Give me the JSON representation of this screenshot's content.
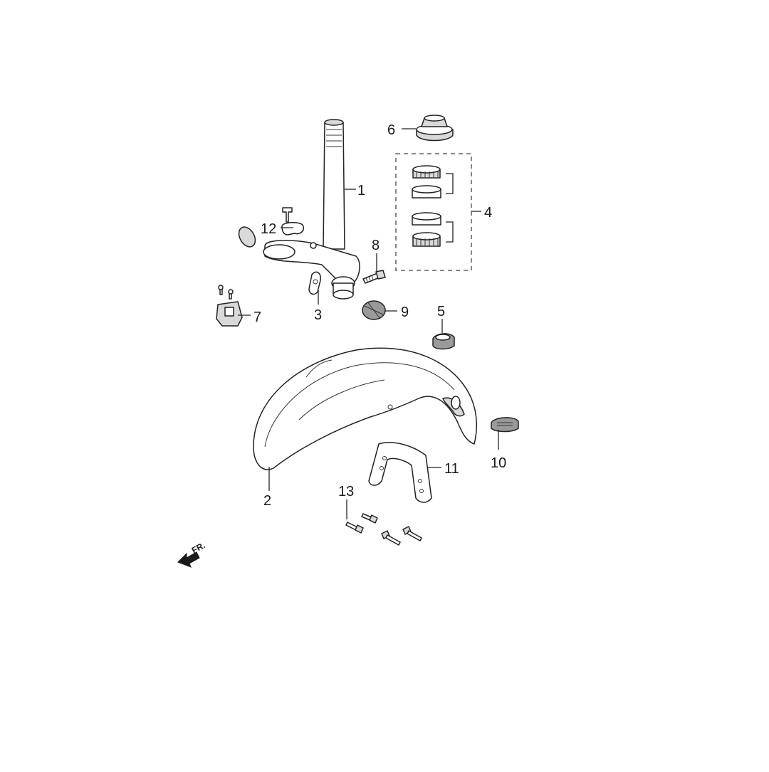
{
  "callouts": {
    "c1": "1",
    "c2": "2",
    "c3": "3",
    "c4": "4",
    "c5": "5",
    "c6": "6",
    "c7": "7",
    "c8": "8",
    "c9": "9",
    "c10": "10",
    "c11": "11",
    "c12": "12",
    "c13": "13"
  },
  "direction_marker": {
    "text": "FR."
  }
}
